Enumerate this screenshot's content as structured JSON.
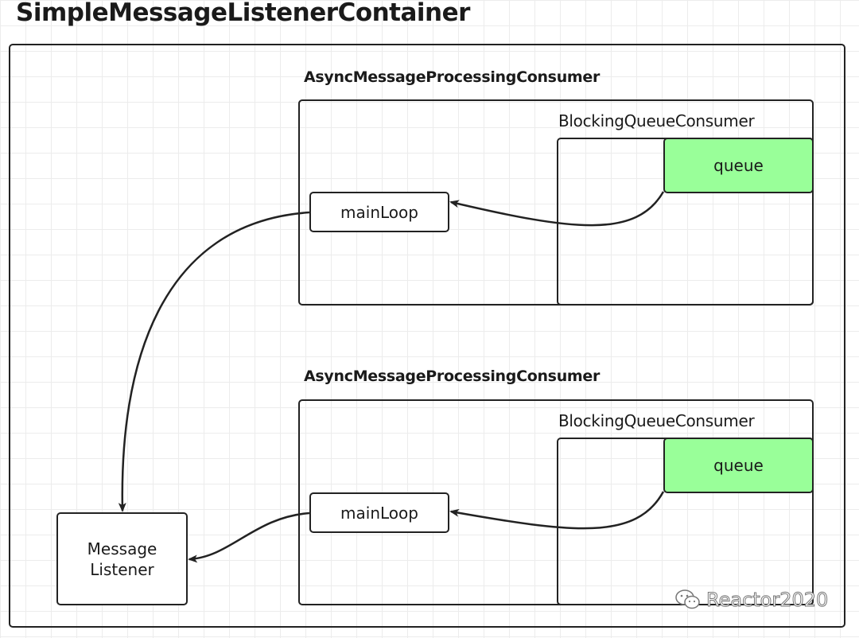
{
  "title": "SimpleMessageListenerContainer",
  "consumers": [
    {
      "label": "AsyncMessageProcessingConsumer",
      "blocking_queue_consumer": {
        "label": "BlockingQueueConsumer",
        "queue_label": "queue"
      },
      "main_loop_label": "mainLoop"
    },
    {
      "label": "AsyncMessageProcessingConsumer",
      "blocking_queue_consumer": {
        "label": "BlockingQueueConsumer",
        "queue_label": "queue"
      },
      "main_loop_label": "mainLoop"
    }
  ],
  "message_listener": {
    "line1": "Message",
    "line2": "Listener"
  },
  "colors": {
    "queue_fill": "#99ff99",
    "stroke": "#222222"
  },
  "watermark": {
    "icon": "wechat-icon",
    "text": "Reactor2020"
  }
}
